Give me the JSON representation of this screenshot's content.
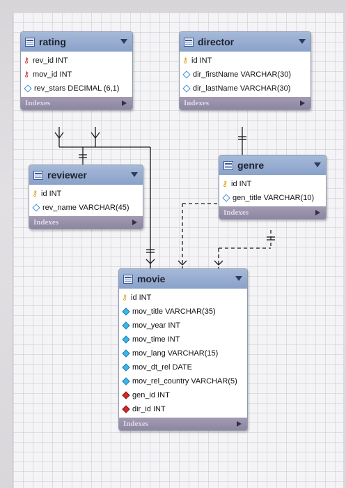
{
  "entities": {
    "rating": {
      "title": "rating",
      "columns": [
        {
          "text": "rev_id INT",
          "icon": "primary-key"
        },
        {
          "text": "mov_id INT",
          "icon": "primary-key"
        },
        {
          "text": "rev_stars DECIMAL (6,1)",
          "icon": "column"
        }
      ],
      "indexes": "Indexes"
    },
    "director": {
      "title": "director",
      "columns": [
        {
          "text": "id INT",
          "icon": "primary-key"
        },
        {
          "text": "dir_firstName VARCHAR(30)",
          "icon": "column"
        },
        {
          "text": "dir_lastName VARCHAR(30)",
          "icon": "column"
        }
      ],
      "indexes": "Indexes"
    },
    "reviewer": {
      "title": "reviewer",
      "columns": [
        {
          "text": "id INT",
          "icon": "primary-key"
        },
        {
          "text": "rev_name VARCHAR(45)",
          "icon": "column"
        }
      ],
      "indexes": "Indexes"
    },
    "genre": {
      "title": "genre",
      "columns": [
        {
          "text": "id INT",
          "icon": "primary-key"
        },
        {
          "text": "gen_title VARCHAR(10)",
          "icon": "column"
        }
      ],
      "indexes": "Indexes"
    },
    "movie": {
      "title": "movie",
      "columns": [
        {
          "text": "id INT",
          "icon": "primary-key"
        },
        {
          "text": "mov_title VARCHAR(35)",
          "icon": "column"
        },
        {
          "text": "mov_year INT",
          "icon": "column"
        },
        {
          "text": "mov_time INT",
          "icon": "column"
        },
        {
          "text": "mov_lang VARCHAR(15)",
          "icon": "column"
        },
        {
          "text": "mov_dt_rel DATE",
          "icon": "column"
        },
        {
          "text": "mov_rel_country VARCHAR(5)",
          "icon": "column"
        },
        {
          "text": "gen_id INT",
          "icon": "foreign-key"
        },
        {
          "text": "dir_id INT",
          "icon": "foreign-key"
        }
      ],
      "indexes": "Indexes"
    }
  },
  "icons": {
    "table": "table-icon",
    "primary_key_light": "key-icon",
    "primary_key_dark": "key-icon",
    "column": "diamond-icon",
    "foreign_key": "foreign-key-diamond-icon",
    "collapse": "triangle-down-icon",
    "expand": "triangle-right-icon"
  },
  "colors": {
    "header": "#8aa1c9",
    "indexes_bar": "#8d86a1",
    "key_yellow": "#d69a00",
    "key_red": "#c4141a",
    "line": "#1a1a1a"
  }
}
